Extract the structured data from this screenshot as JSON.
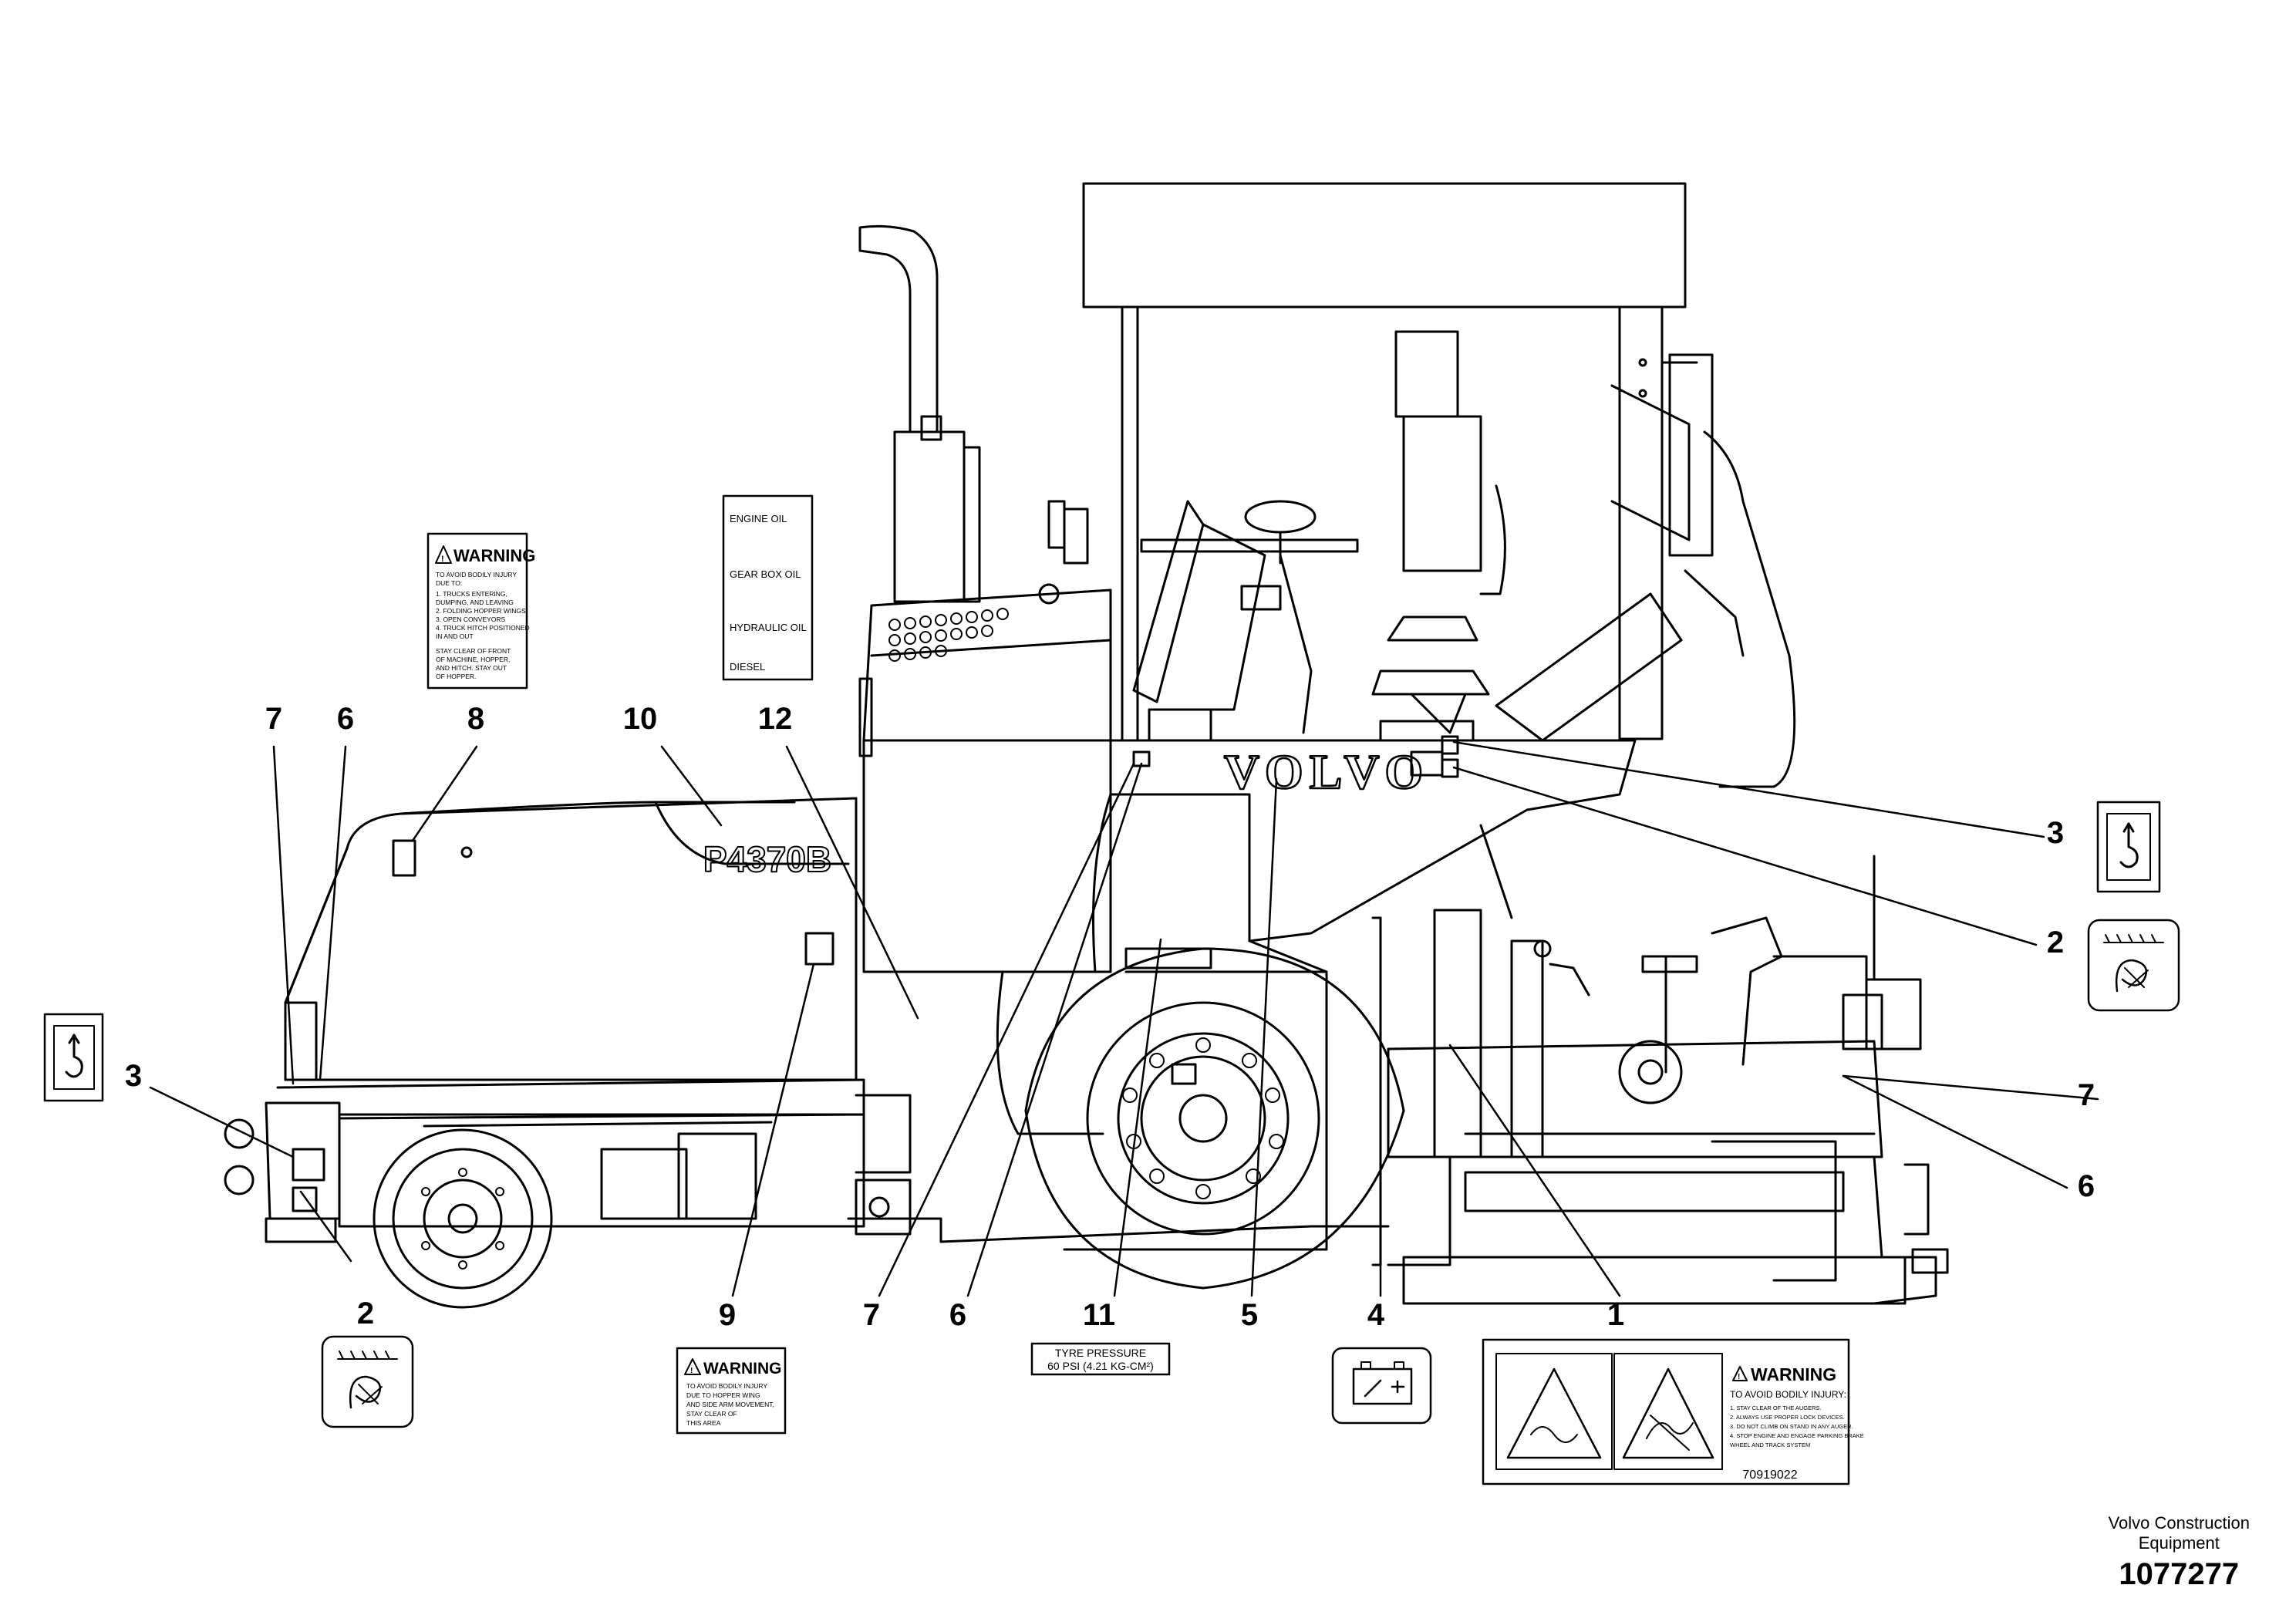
{
  "model_badge": "P4370B",
  "brand": "VOLVO",
  "callouts": {
    "c1": "1",
    "c2a": "2",
    "c2b": "2",
    "c3a": "3",
    "c3b": "3",
    "c4": "4",
    "c5": "5",
    "c6a": "6",
    "c6b": "6",
    "c6c": "6",
    "c7a": "7",
    "c7b": "7",
    "c7c": "7",
    "c8": "8",
    "c9": "9",
    "c10": "10",
    "c11": "11",
    "c12": "12"
  },
  "decals": {
    "warning8": {
      "heading": "WARNING",
      "lines": [
        "TO AVOID BODILY INJURY",
        "DUE TO:",
        "1. TRUCKS ENTERING,",
        "   DUMPING, AND LEAVING",
        "2. FOLDING HOPPER WINGS",
        "3. OPEN CONVEYORS",
        "4. TRUCK HITCH POSITIONED",
        "   IN AND OUT",
        "STAY CLEAR OF FRONT",
        "OF MACHINE, HOPPER,",
        "AND HITCH. STAY OUT",
        "OF HOPPER."
      ]
    },
    "fluids12": {
      "items": [
        "ENGINE OIL",
        "GEAR BOX OIL",
        "HYDRAULIC OIL",
        "DIESEL"
      ]
    },
    "warning9": {
      "heading": "WARNING",
      "lines": [
        "TO AVOID BODILY INJURY",
        "DUE TO HOPPER WING",
        "AND SIDE ARM MOVEMENT,",
        "STAY CLEAR OF",
        "THIS AREA"
      ]
    },
    "tyre11": {
      "line1": "TYRE PRESSURE",
      "line2": "60 PSI (4.21 KG-CM²)"
    },
    "warning1": {
      "heading": "WARNING",
      "intro": "TO AVOID BODILY INJURY:",
      "lines": [
        "1. STAY CLEAR OF THE AUGERS.",
        "2. ALWAYS USE PROPER LOCK DEVICES.",
        "3. DO NOT CLIMB ON STAND IN ANY AUGER.",
        "4. STOP ENGINE AND ENGAGE PARKING BRAKE",
        "   WHEEL AND TRACK SYSTEM"
      ],
      "part_number": "70919022"
    }
  },
  "credit": {
    "line1": "Volvo Construction",
    "line2": "Equipment",
    "number": "1077277"
  }
}
